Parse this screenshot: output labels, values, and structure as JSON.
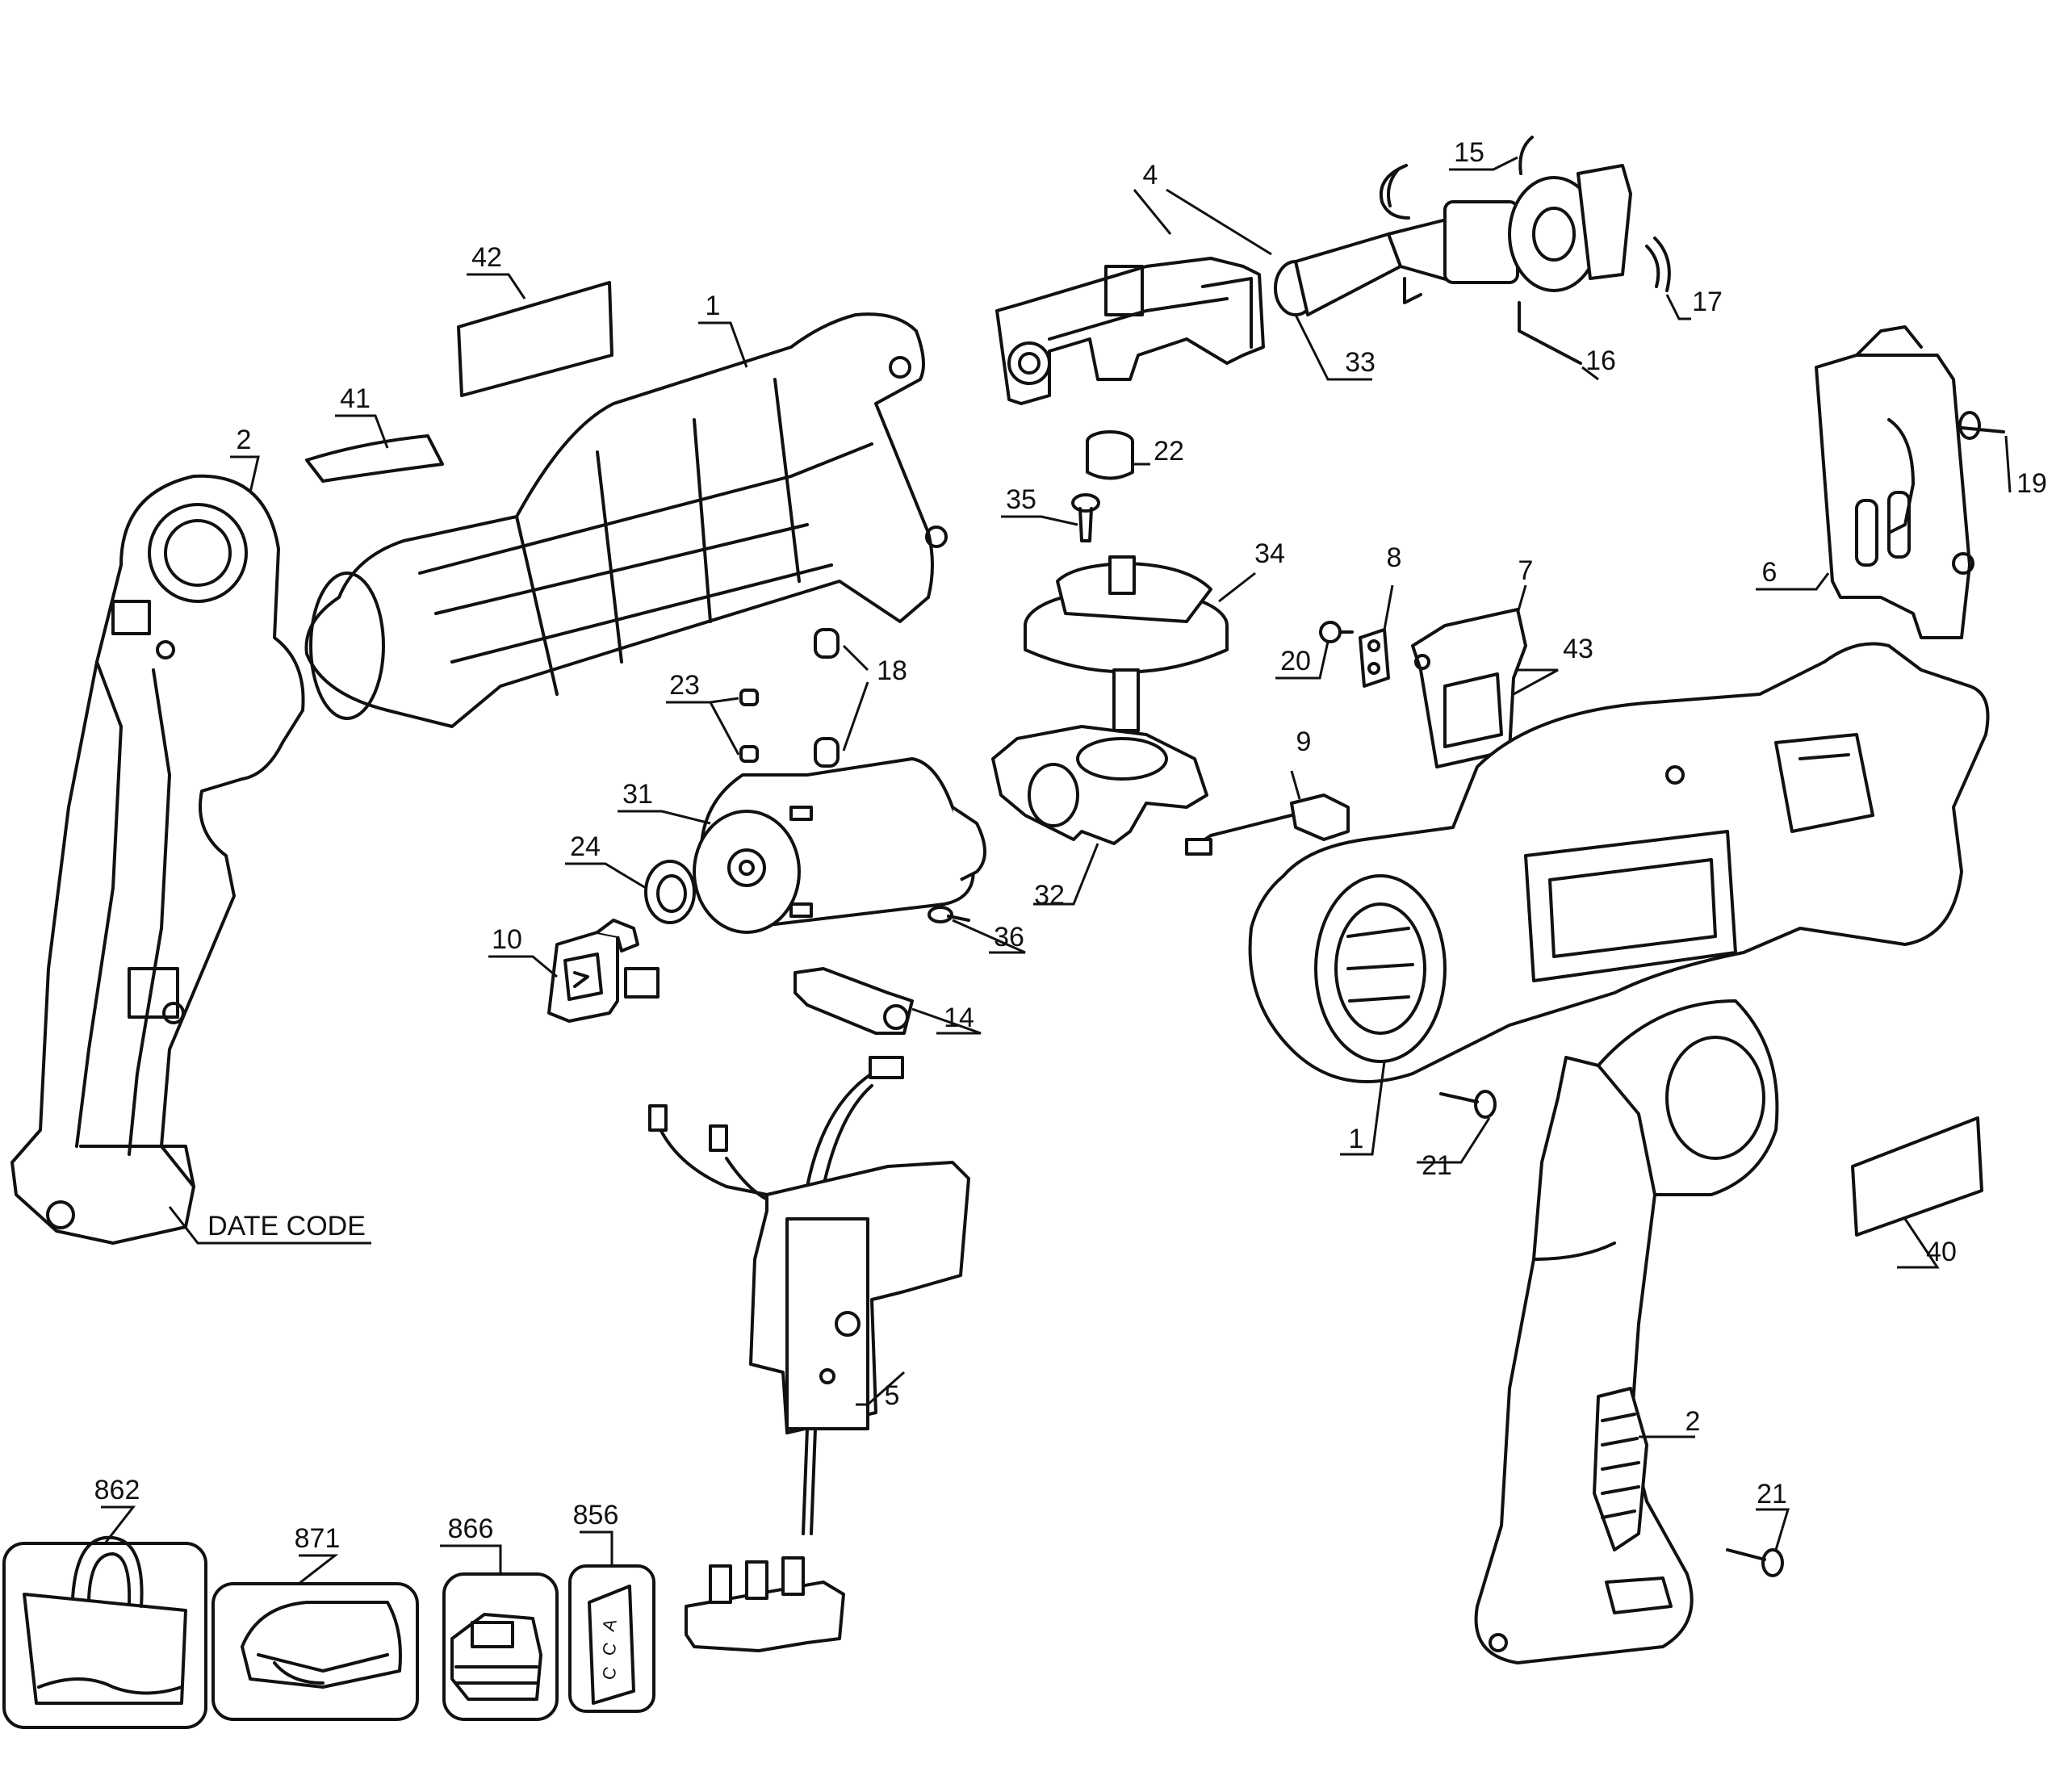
{
  "callouts": {
    "c1a": "1",
    "c1b": "1",
    "c2a": "2",
    "c2b": "2",
    "c4": "4",
    "c5": "5",
    "c6": "6",
    "c7": "7",
    "c8": "8",
    "c9": "9",
    "c10": "10",
    "c14": "14",
    "c15": "15",
    "c16": "16",
    "c17": "17",
    "c18": "18",
    "c19": "19",
    "c20": "20",
    "c21a": "21",
    "c21b": "21",
    "c22": "22",
    "c23": "23",
    "c24": "24",
    "c31": "31",
    "c32": "32",
    "c33": "33",
    "c34": "34",
    "c35": "35",
    "c36": "36",
    "c40": "40",
    "c41": "41",
    "c42": "42",
    "c43": "43",
    "c856": "856",
    "c862": "862",
    "c866": "866",
    "c871": "871",
    "date_code": "DATE CODE"
  },
  "accessory_card_text": [
    "A",
    "C",
    "C"
  ]
}
